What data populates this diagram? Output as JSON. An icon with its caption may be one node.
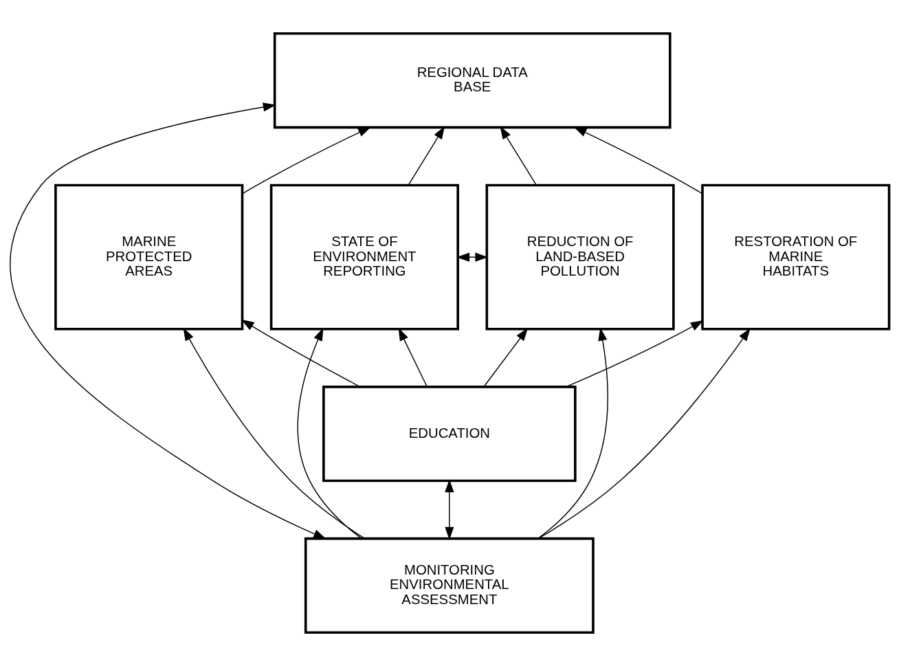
{
  "diagram": {
    "nodes": [
      {
        "text": [
          "REGIONAL DATA BASE"
        ]
      },
      {
        "text": [
          "RESTORATION OF MARINE HABITATS"
        ]
      },
      {
        "text": [
          "MARINE PROTECTED AREAS"
        ]
      },
      {
        "text": [
          "STATE OF ENVIRONMENT REPORTING"
        ]
      },
      {
        "text": [
          "REDUCTION OF LAND-BASED POLLUTION"
        ]
      },
      {
        "text": [
          "MONITORING ENVIRONMENTAL ASSESSMENT"
        ]
      },
      {
        "text": [
          "EDUCATION"
        ]
      }
    ],
    "edges": [
      {
        "from": 1,
        "to": 0,
        "arrow": "to"
      },
      {
        "from": 2,
        "to": 0,
        "arrow": "to"
      },
      {
        "from": 0,
        "to": 5,
        "arrow": "both"
      },
      {
        "from": 3,
        "to": 0,
        "arrow": "to"
      },
      {
        "from": 4,
        "to": 0,
        "arrow": "to"
      },
      {
        "from": 3,
        "to": 4,
        "arrow": "both"
      },
      {
        "from": 5,
        "to": 1,
        "arrow": "to"
      },
      {
        "from": 5,
        "to": 2,
        "arrow": "to"
      },
      {
        "from": 5,
        "to": 3,
        "arrow": "to"
      },
      {
        "from": 5,
        "to": 4,
        "arrow": "to"
      },
      {
        "from": 6,
        "to": 1,
        "arrow": "to"
      },
      {
        "from": 6,
        "to": 2,
        "arrow": "to"
      },
      {
        "from": 6,
        "to": 3,
        "arrow": "to"
      },
      {
        "from": 6,
        "to": 4,
        "arrow": "to"
      },
      {
        "from": 5,
        "to": 6,
        "arrow": "both"
      }
    ]
  }
}
